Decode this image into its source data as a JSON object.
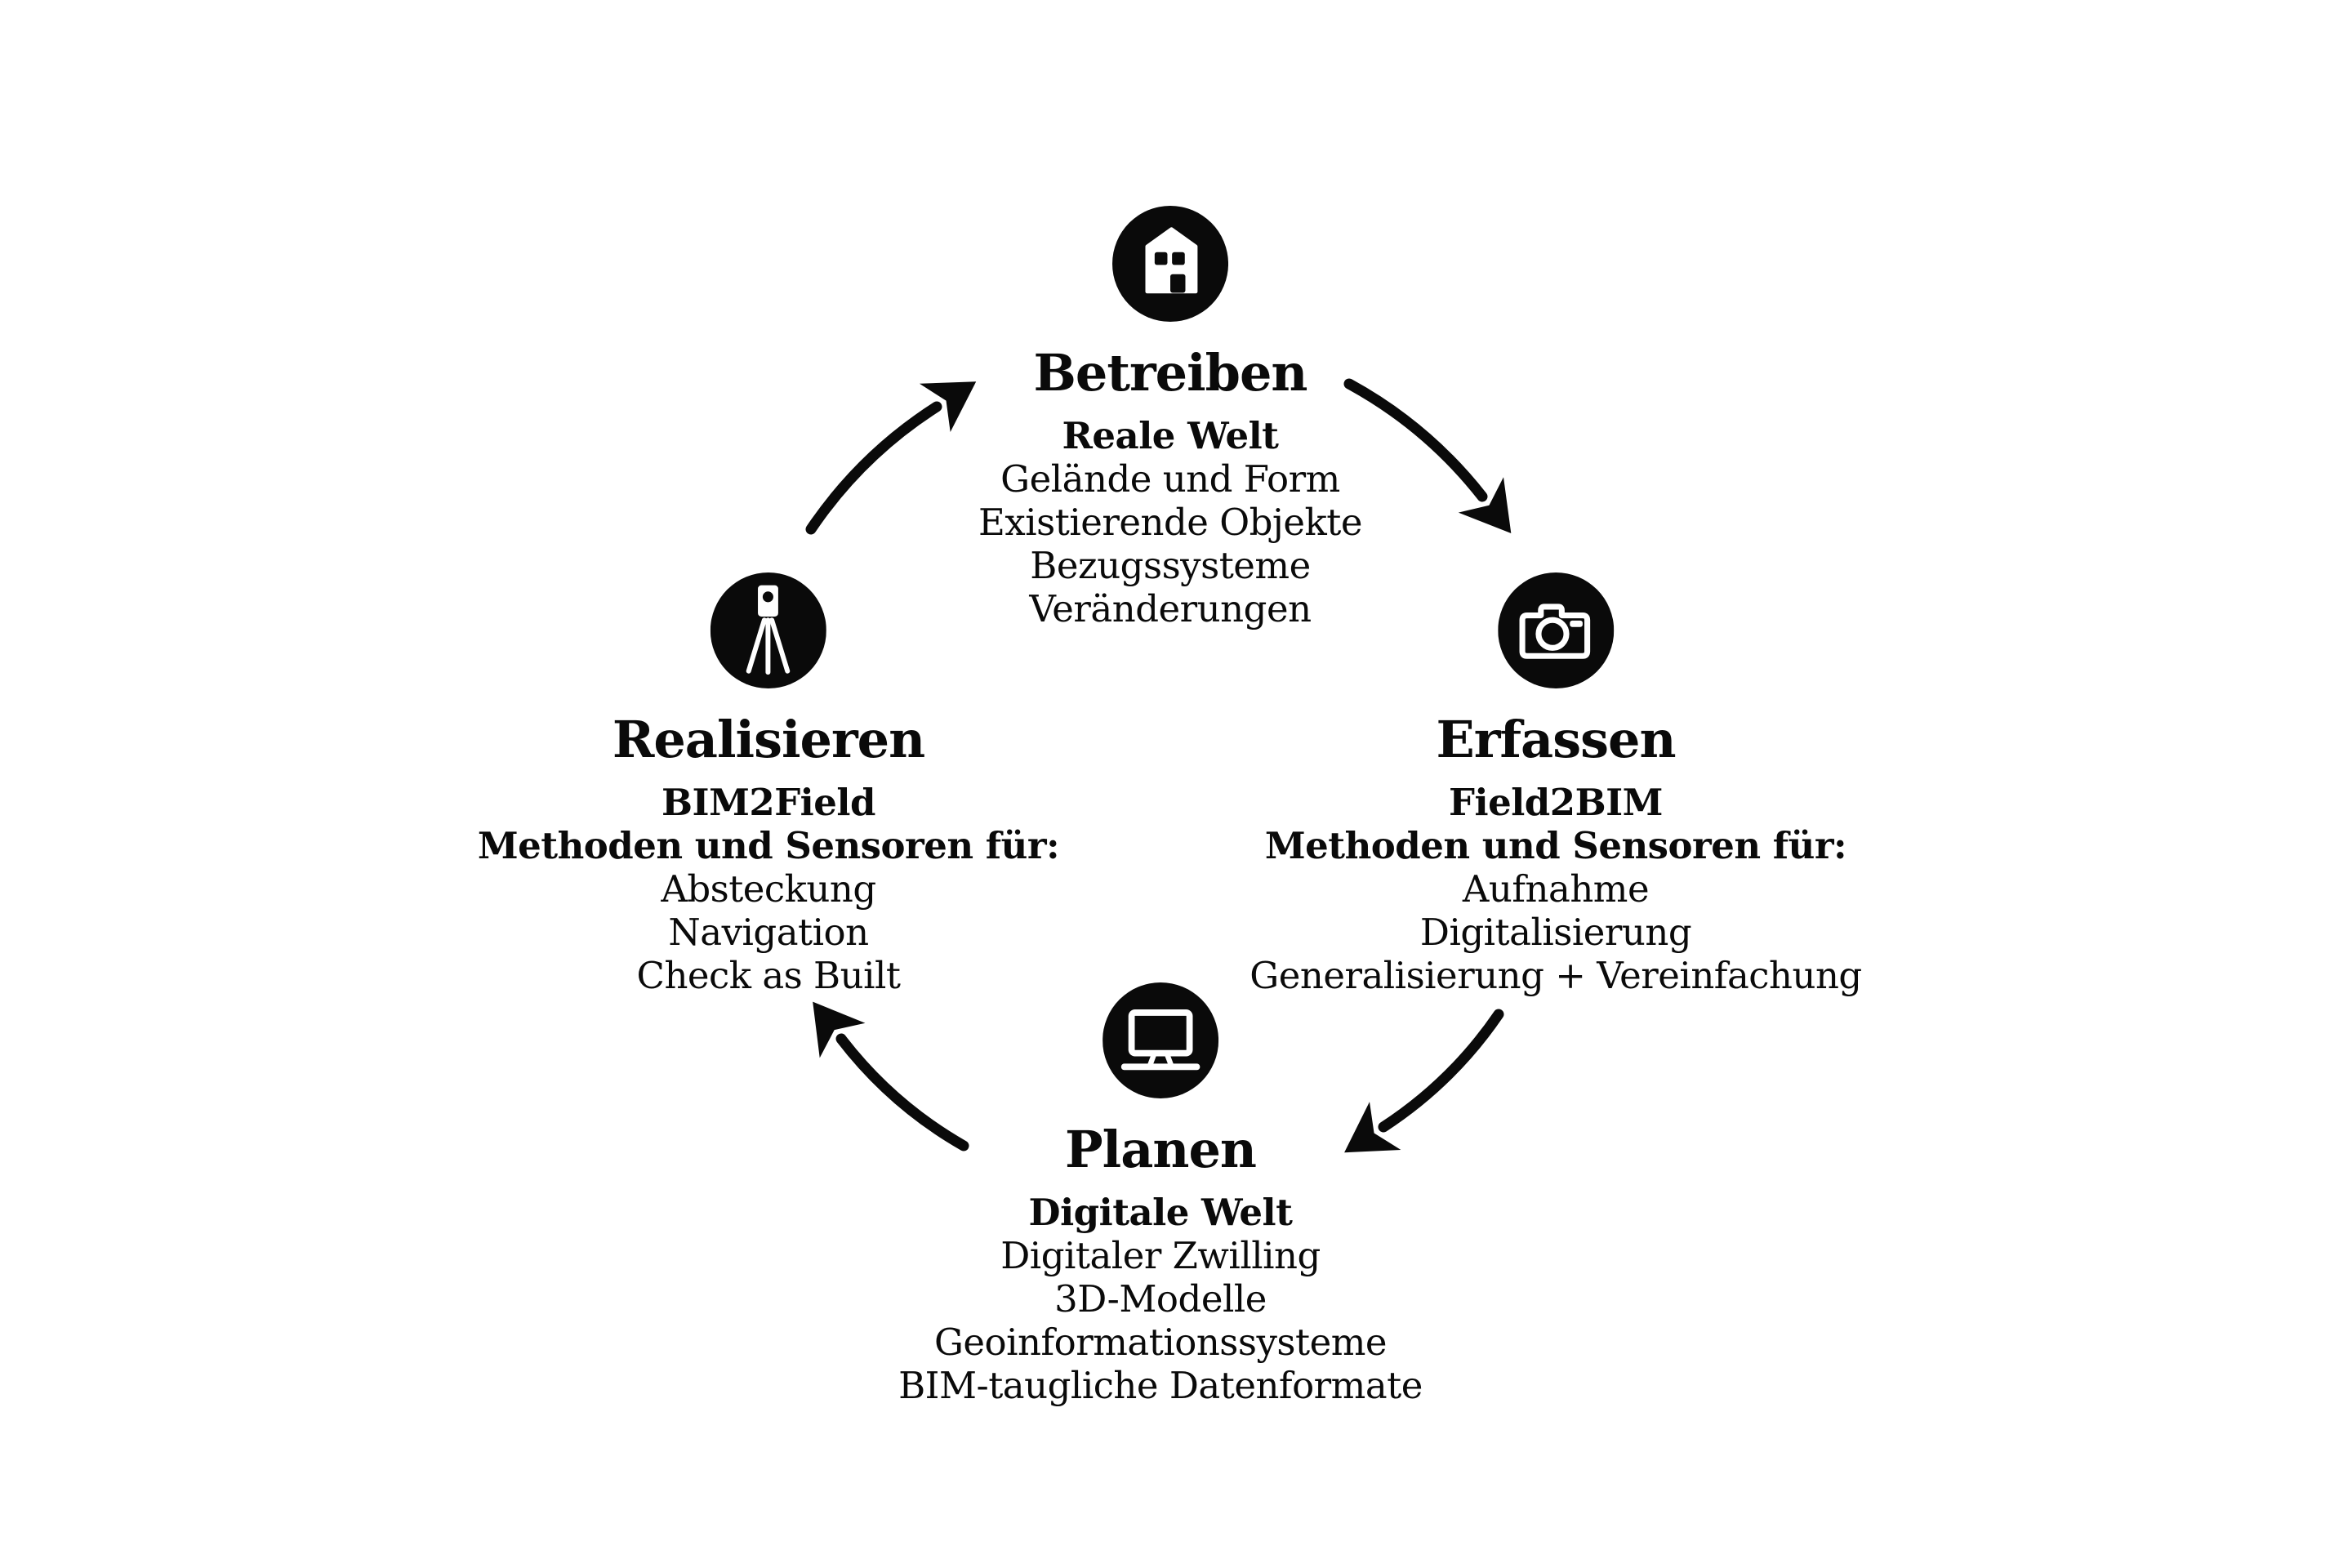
{
  "diagram": {
    "background": "#ffffff",
    "ink": "#0a0a0a"
  },
  "nodes": {
    "betreiben": {
      "label": "Betreiben",
      "icon": "house-icon",
      "emphasis": [
        "Reale Welt"
      ],
      "items": [
        "Gelände und Form",
        "Existierende Objekte",
        "Bezugssysteme",
        "Veränderungen"
      ]
    },
    "erfassen": {
      "label": "Erfassen",
      "icon": "camera-icon",
      "emphasis": [
        "Field2BIM",
        "Methoden und Sensoren für:"
      ],
      "items": [
        "Aufnahme",
        "Digitalisierung",
        "Generalisierung + Vereinfachung"
      ]
    },
    "planen": {
      "label": "Planen",
      "icon": "monitor-icon",
      "emphasis": [
        "Digitale Welt"
      ],
      "items": [
        "Digitaler Zwilling",
        "3D-Modelle",
        "Geoinformationssysteme",
        "BIM-taugliche Datenformate"
      ]
    },
    "realisieren": {
      "label": "Realisieren",
      "icon": "total-station-icon",
      "emphasis": [
        "BIM2Field",
        "Methoden und Sensoren für:"
      ],
      "items": [
        "Absteckung",
        "Navigation",
        "Check as Built"
      ]
    }
  },
  "arrows": [
    {
      "from": "Betreiben",
      "to": "Erfassen"
    },
    {
      "from": "Erfassen",
      "to": "Planen"
    },
    {
      "from": "Planen",
      "to": "Realisieren"
    },
    {
      "from": "Realisieren",
      "to": "Betreiben"
    }
  ]
}
